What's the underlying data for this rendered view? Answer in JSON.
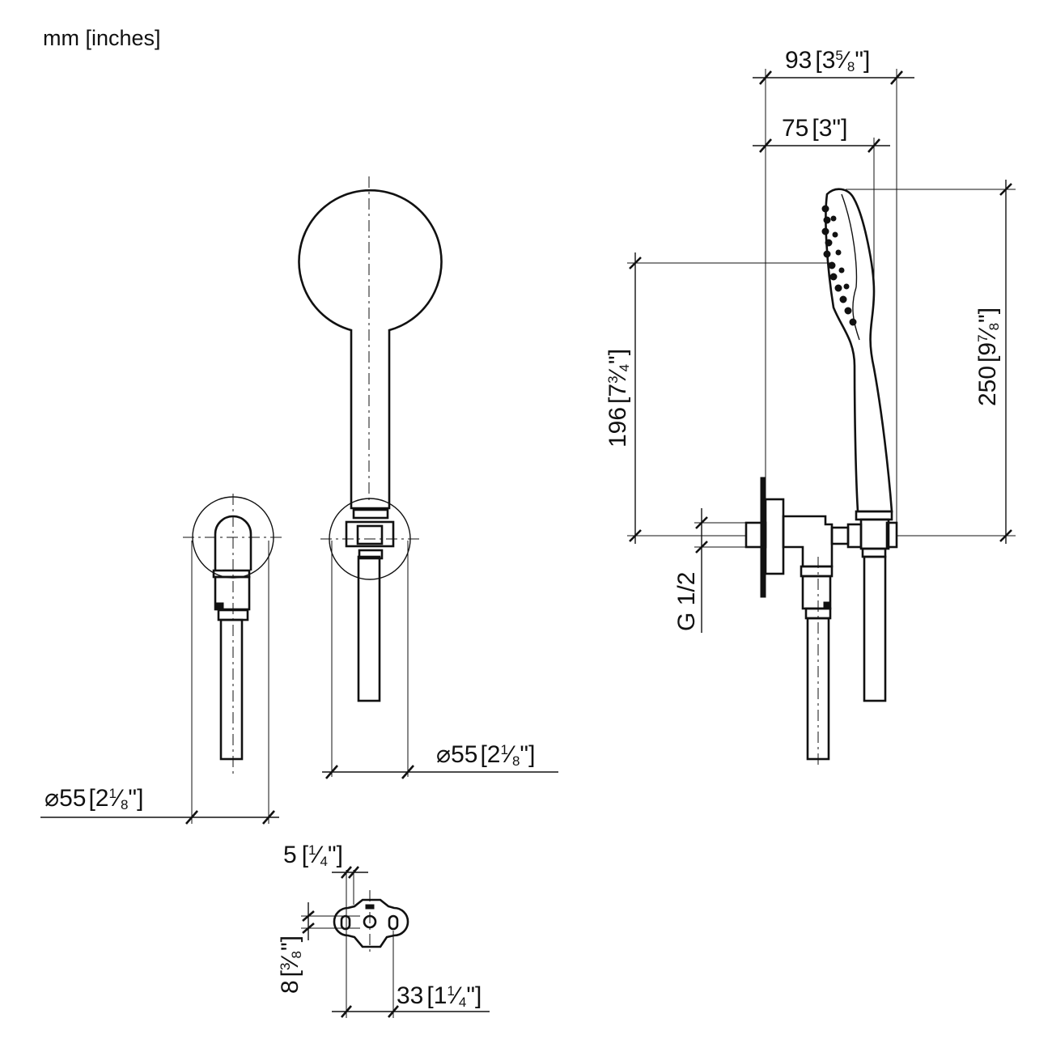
{
  "units_label": "mm [inches]",
  "dimensions": {
    "d93": {
      "mm": "93",
      "bl": "[",
      "w": "3",
      "n": "5",
      "s": "⁄",
      "d": "8",
      "q": "\"",
      "br": "]"
    },
    "d75": {
      "mm": "75",
      "bl": "[",
      "w": "3",
      "q": "\"",
      "br": "]"
    },
    "d196": {
      "mm": "196",
      "bl": "[",
      "w": "7",
      "n": "3",
      "s": "⁄",
      "d": "4",
      "q": "\"",
      "br": "]"
    },
    "d250": {
      "mm": "250",
      "bl": "[",
      "w": "9",
      "n": "7",
      "s": "⁄",
      "d": "8",
      "q": "\"",
      "br": "]"
    },
    "thread": "G 1/2",
    "dia_front": {
      "sym": "⌀",
      "mm": "55",
      "bl": "[",
      "w": "2",
      "n": "1",
      "s": "⁄",
      "d": "8",
      "q": "\"",
      "br": "]"
    },
    "dia_elbow": {
      "sym": "⌀",
      "mm": "55",
      "bl": "[",
      "w": "2",
      "n": "1",
      "s": "⁄",
      "d": "8",
      "q": "\"",
      "br": "]"
    },
    "d5": {
      "mm": "5",
      "bl": "[",
      "n": "1",
      "s": "⁄",
      "d": "4",
      "q": "\"",
      "br": "]"
    },
    "d8": {
      "mm": "8",
      "bl": "[",
      "n": "3",
      "s": "⁄",
      "d": "8",
      "q": "\"",
      "br": "]"
    },
    "d33": {
      "mm": "33",
      "bl": "[",
      "w": "1",
      "n": "1",
      "s": "⁄",
      "d": "4",
      "q": "\"",
      "br": "]"
    }
  }
}
